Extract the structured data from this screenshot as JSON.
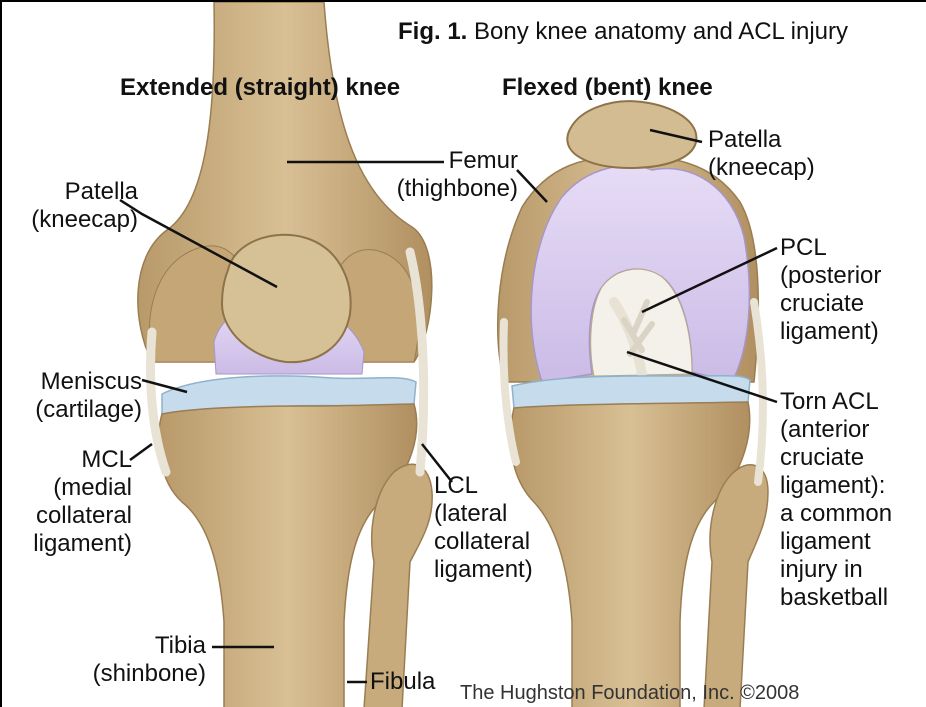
{
  "figure": {
    "title_bold": "Fig. 1.",
    "title_rest": "Bony knee anatomy and ACL injury",
    "heading_left": "Extended (straight) knee",
    "heading_right": "Flexed (bent) knee",
    "credit": "The Hughston Foundation, Inc. ©2008",
    "colors": {
      "bone": "#c9ad7f",
      "bone_dark": "#a88b5f",
      "cartilage": "#d9cdef",
      "meniscus": "#c8dcec",
      "ligament": "#ece7dc",
      "leader": "#111111"
    }
  },
  "labels": {
    "patella_left": [
      "Patella",
      "(kneecap)"
    ],
    "meniscus": [
      "Meniscus",
      "(cartilage)"
    ],
    "mcl": [
      "MCL",
      "(medial",
      "collateral",
      "ligament)"
    ],
    "tibia": [
      "Tibia",
      "(shinbone)"
    ],
    "femur": [
      "Femur",
      "(thighbone)"
    ],
    "lcl": [
      "LCL",
      "(lateral",
      "collateral",
      "ligament)"
    ],
    "fibula": [
      "Fibula"
    ],
    "patella_right": [
      "Patella",
      "(kneecap)"
    ],
    "pcl": [
      "PCL",
      "(posterior",
      "cruciate",
      "ligament)"
    ],
    "torn_acl": [
      "Torn ACL",
      "(anterior",
      "cruciate",
      "ligament):",
      "a common",
      "ligament",
      "injury in",
      "basketball"
    ]
  }
}
